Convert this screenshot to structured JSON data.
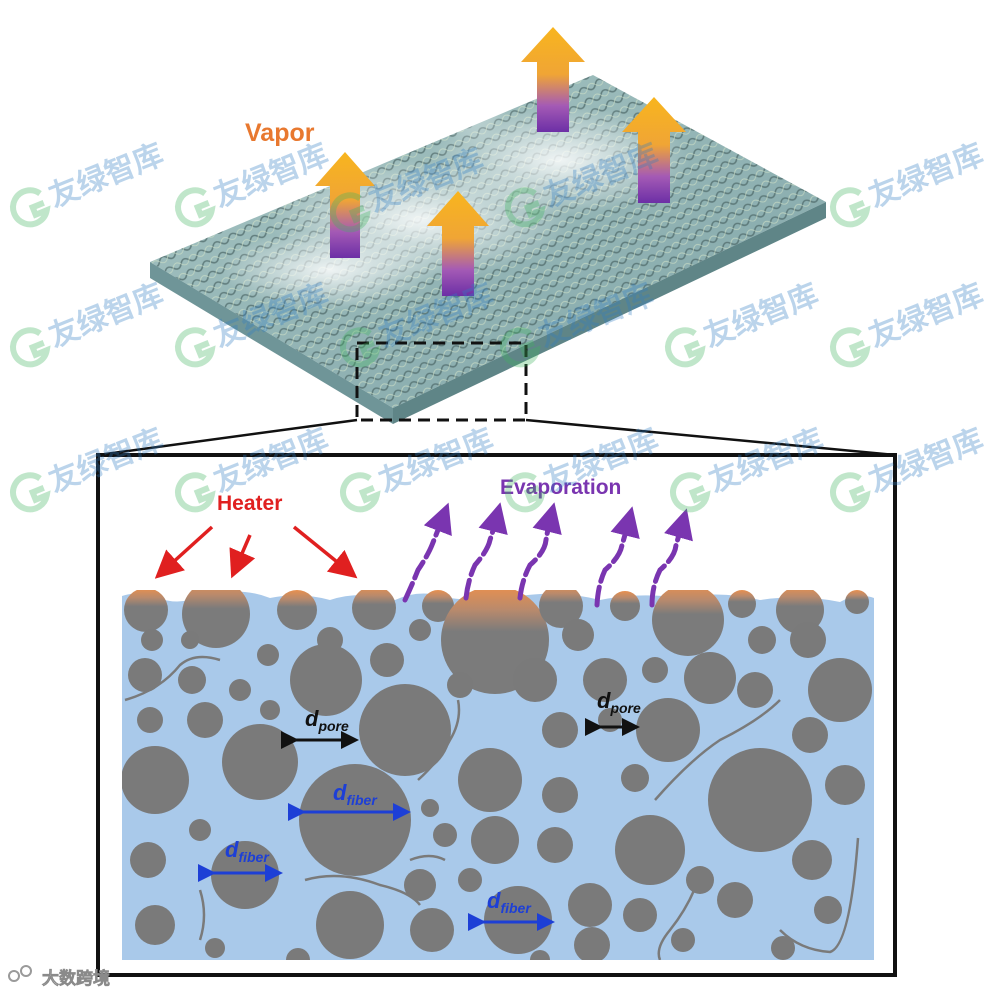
{
  "figure": {
    "vapor_label": "Vapor",
    "heater_label": "Heater",
    "evaporation_label": "Evaporation",
    "d_symbol": "d",
    "pore_subscript": "pore",
    "fiber_subscript": "fiber"
  },
  "watermark": {
    "text": "友绿智库",
    "corner_text": "大数跨境"
  },
  "colors": {
    "vapor_text": "#e8782f",
    "heater_text": "#e02020",
    "heater_arrow": "#e02020",
    "evaporation_text": "#7a35b0",
    "evaporation_arrow": "#7a35b0",
    "pore_arrow": "#111111",
    "fiber_arrow": "#1d3fd6",
    "water": "#a9c9ea",
    "fiber": "#7a7a7a",
    "heater_cap": "#e89a5e",
    "sheet": "#8fb3b5",
    "watermark_green": "#3fb45e",
    "watermark_blue": "#2f7dc4"
  },
  "icons": {
    "vapor_arrow": "up-arrow-gradient-orange-purple",
    "evaporation_arrow": "wavy-up-arrow",
    "zoom_box": "dashed-rectangle",
    "watermark_logo": "g-leaf-logo"
  }
}
